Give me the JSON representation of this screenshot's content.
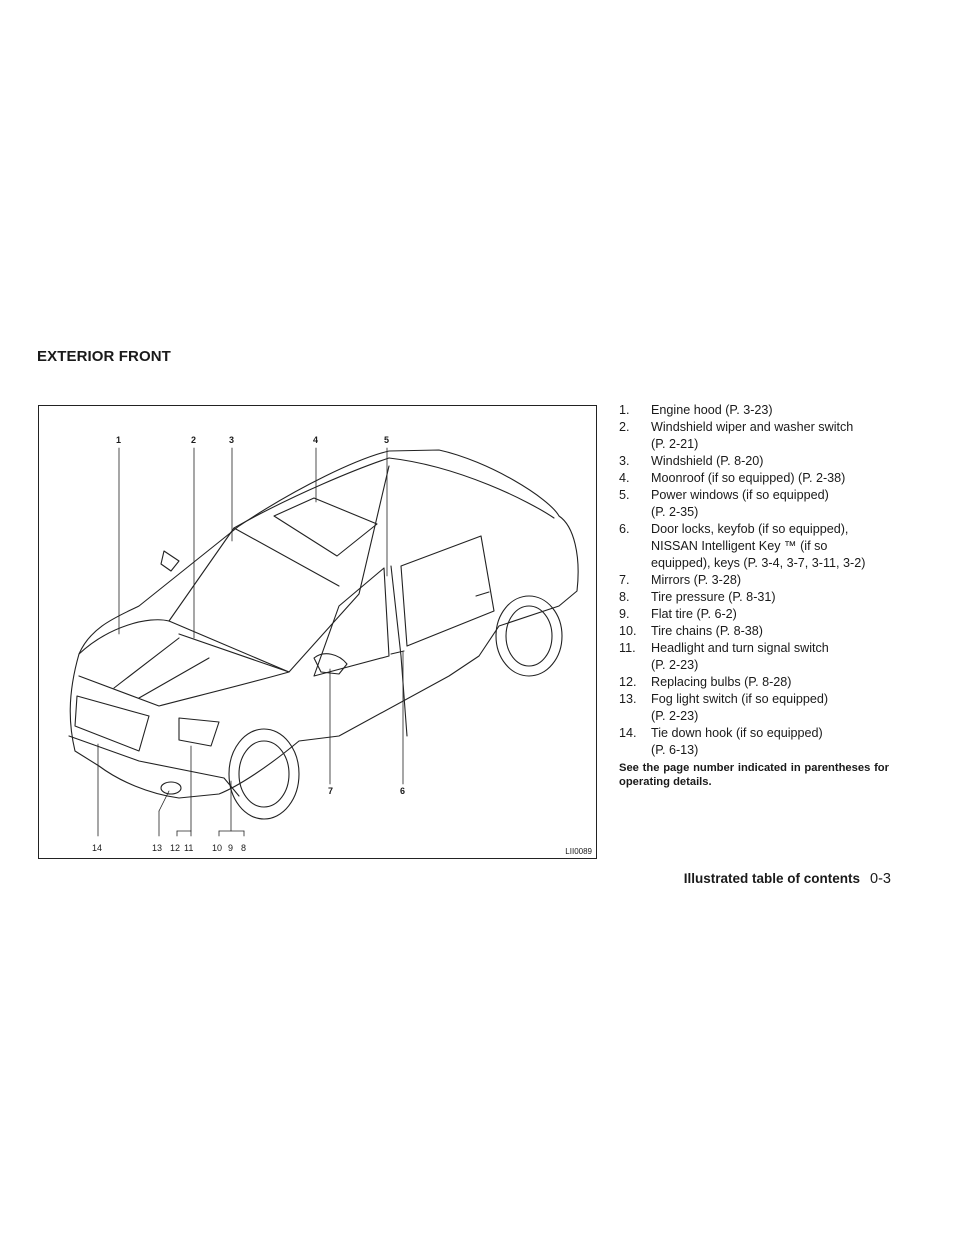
{
  "section_title": "EXTERIOR FRONT",
  "figure": {
    "code": "LII0089",
    "callouts": [
      "1",
      "2",
      "3",
      "4",
      "5",
      "6",
      "7",
      "14",
      "13",
      "12",
      "11",
      "10",
      "9",
      "8"
    ]
  },
  "toc": [
    {
      "num": "1.",
      "lines": [
        "Engine hood (P. 3-23)"
      ]
    },
    {
      "num": "2.",
      "lines": [
        "Windshield wiper and washer switch",
        "(P. 2-21)"
      ]
    },
    {
      "num": "3.",
      "lines": [
        "Windshield (P. 8-20)"
      ]
    },
    {
      "num": "4.",
      "lines": [
        "Moonroof (if so equipped) (P. 2-38)"
      ]
    },
    {
      "num": "5.",
      "lines": [
        "Power windows (if so equipped)",
        "(P. 2-35)"
      ]
    },
    {
      "num": "6.",
      "lines": [
        "Door locks, keyfob (if so equipped),",
        "NISSAN Intelligent Key ™ (if so",
        "equipped), keys (P. 3-4, 3-7, 3-11, 3-2)"
      ]
    },
    {
      "num": "7.",
      "lines": [
        "Mirrors (P. 3-28)"
      ]
    },
    {
      "num": "8.",
      "lines": [
        "Tire pressure (P. 8-31)"
      ]
    },
    {
      "num": "9.",
      "lines": [
        "Flat tire (P. 6-2)"
      ]
    },
    {
      "num": "10.",
      "lines": [
        "Tire chains (P. 8-38)"
      ]
    },
    {
      "num": "11.",
      "lines": [
        "Headlight and turn signal switch",
        "(P. 2-23)"
      ]
    },
    {
      "num": "12.",
      "lines": [
        "Replacing bulbs (P. 8-28)"
      ]
    },
    {
      "num": "13.",
      "lines": [
        "Fog light switch (if so equipped)",
        "(P. 2-23)"
      ]
    },
    {
      "num": "14.",
      "lines": [
        "Tie down hook (if so equipped)",
        "(P. 6-13)"
      ]
    }
  ],
  "note": "See the page number indicated in parentheses for operating details.",
  "footer": {
    "section": "Illustrated table of contents",
    "page": "0-3"
  }
}
